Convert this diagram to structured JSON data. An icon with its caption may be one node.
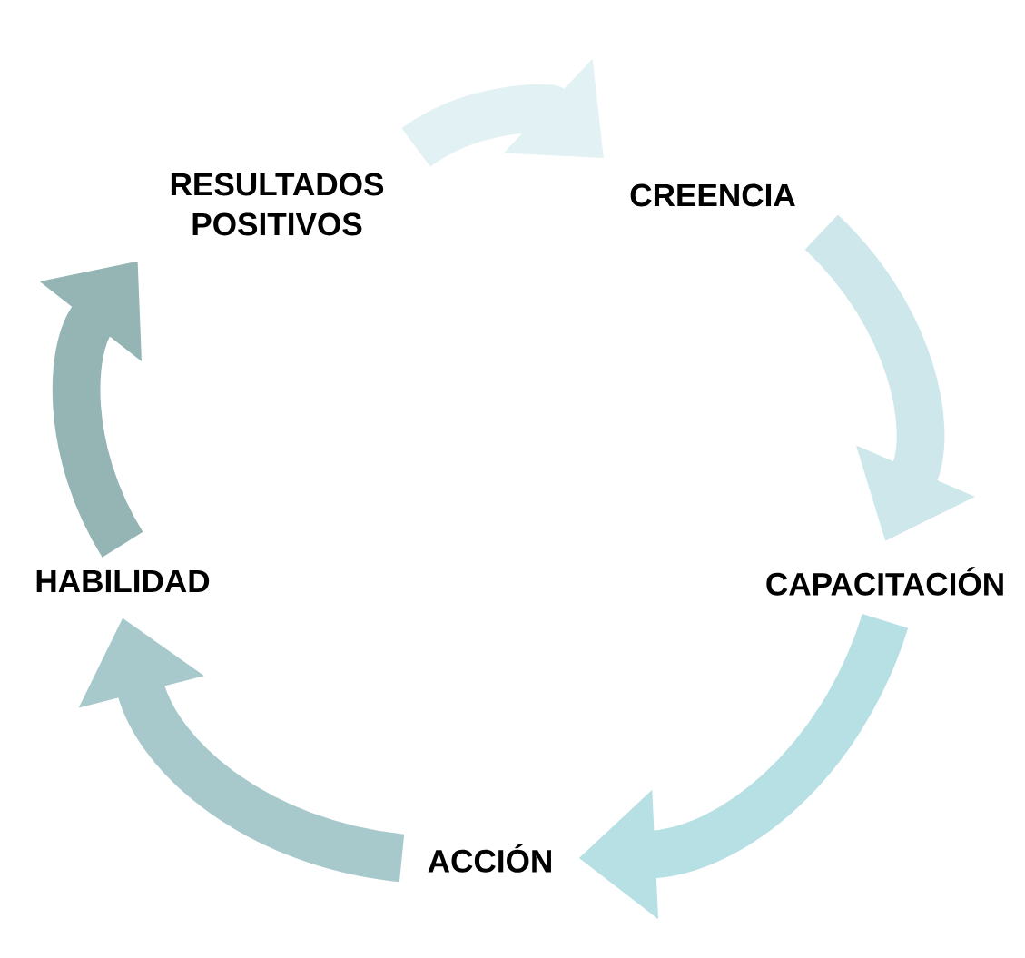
{
  "diagram": {
    "nodes": [
      {
        "text": [
          "RESULTADOS POSITIVOS"
        ]
      },
      {
        "text": [
          "CREENCIA"
        ]
      },
      {
        "text": [
          "CAPACITACIÓN"
        ]
      },
      {
        "text": [
          "ACCIÓN"
        ]
      },
      {
        "text": [
          "HABILIDAD"
        ]
      }
    ],
    "edges": [
      {
        "from": 0,
        "to": 1,
        "arrow": "to",
        "color": "#e2f1f3"
      },
      {
        "from": 1,
        "to": 2,
        "arrow": "to",
        "color": "#cde7eb"
      },
      {
        "from": 2,
        "to": 3,
        "arrow": "to",
        "color": "#b7e0e4"
      },
      {
        "from": 3,
        "to": 4,
        "arrow": "to",
        "color": "#a8c9cc"
      },
      {
        "from": 4,
        "to": 0,
        "arrow": "to",
        "color": "#95b4b4"
      }
    ]
  }
}
